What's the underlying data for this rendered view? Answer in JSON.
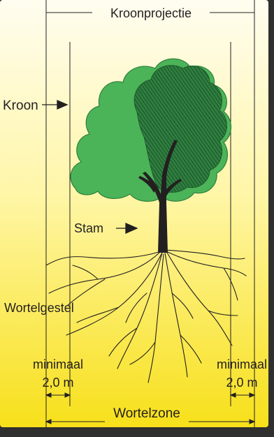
{
  "labels": {
    "crown_projection": "Kroonprojectie",
    "crown": "Kroon",
    "trunk": "Stam",
    "root_system": "Wortelgestel",
    "min_left_line1": "minimaal",
    "min_left_line2": "2,0 m",
    "min_right_line1": "minimaal",
    "min_right_line2": "2,0 m",
    "root_zone": "Wortelzone"
  },
  "colors": {
    "panel_top": "#fffbe8",
    "panel_bottom": "#f8e21e",
    "crown_light": "#4cb458",
    "crown_dark": "#1f6a33",
    "lines": "#231f20",
    "frame": "#3b3b3b"
  }
}
